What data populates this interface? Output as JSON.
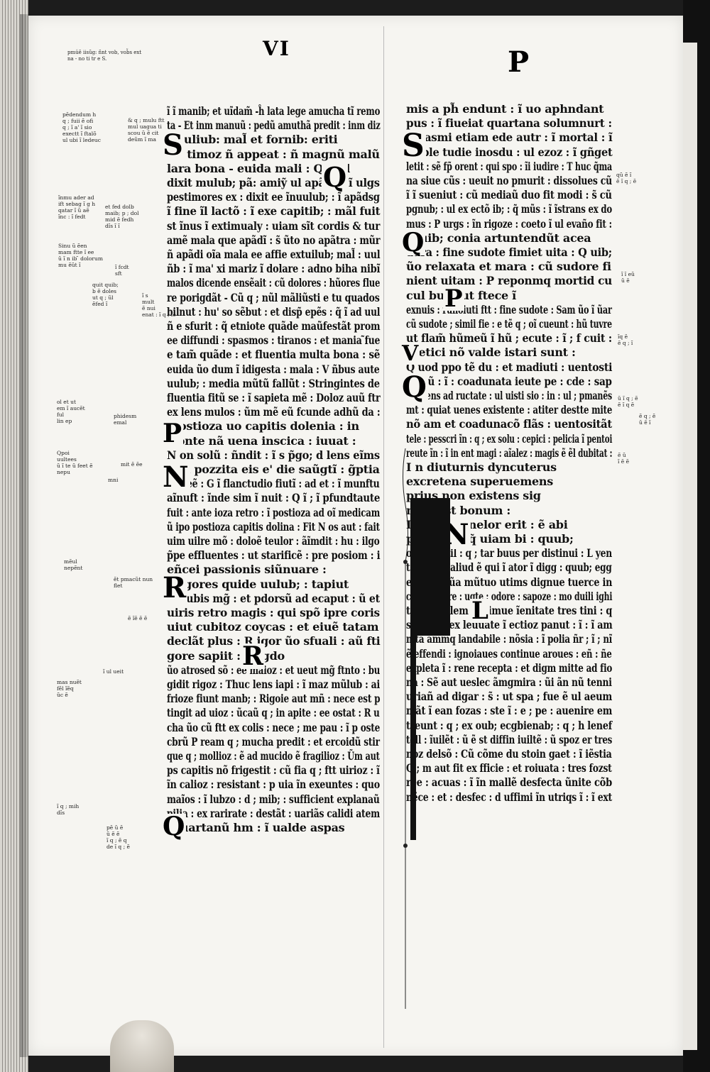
{
  "header": {
    "left_mark": "VI",
    "right_mark": "P",
    "top_note": "pmu̾ẽ iisũg: ñnt vob, vob̃s ext\nna - no ti tr e S."
  },
  "left_column": {
    "lines": [
      "ĩ ĩ manib; et uĩdam̃ -ĥ lata lege amucha tĩ remo",
      "ta - Et inm manuũ : pedũ amuthã predit : inm diz",
      "J uuliub: mal̃ et fornib: eriti",
      "ñ - timoz ñ appeat : ñ magnũ malũ",
      "lara bona - euida mali : Q uod",
      "dixit mulub; pã: amiỹ ul apãdx : ĩ ulgs",
      "pestimores ex : dixit ee ĩnuulub; : ĩ apãdsg",
      "ĩ fine ĩl lactõ : ĩ exe capitib; : mãl fuit",
      "st ĩnus ĩ extimualy : uiam sĩt cordis & tur",
      "amẽ mala que apãdĩ : s̃ ũto no apãtra : mũr",
      "ñ apãdi oĩa mala ee affie extuilub; mal̃ : uul",
      "ñb : ĩ ma' xi mariz ĩ dolare : adno biha nibĩ",
      "malos dicende ensẽait : cũ dolores : hũores flue",
      "re porigdãt - Cũ q ; nũl mãliũsti e tu quados",
      "bilnut : hu' so sẽbut : et disp̃ epẽs : q̃ ĩ ad uul",
      "ñ e sfurit : q̃ etniote quãde maũfestãt prom",
      "ee diffundi : spasmos : tiranos : et mania ̃fue",
      "e tam̃ quãde : et fluentia multa bona : sẽ",
      "euida ũo dum ĩ idigesta : mala : V ñbus aute",
      "uulub; : media mũtũ fallũt : Stringintes de",
      "fluentia fitũ se : ĩ sapieta mẽ : Doloz auũ ftr",
      "ex lens mulos : ũm mẽ eũ fcunde adhũ da :",
      "P ostioza uo capitis dolenia : in",
      "fronte nã uena inscica : iuuat :",
      "N on solũ : ñndit : ĩ s p̃go; d lens eĩms",
      "ĩ mi pozzita eis e' die saũgtĩ : g̃ptia",
      "fit : eẽ : G ĩ flanctudio fiutĩ : ad et : ĩ munftu",
      "aĩnuft : ĩnde sim ĩ nuit : Q ĩ ; ĩ pfundtaute",
      "fuit : ante ioza retro : ĩ postioza ad oĩ medicam",
      "ũ ipo postioza capitis dolina : Fit N os aut : fait",
      "uim uilre mõ : doloẽ teulor : ãĩmdit : hu : ilgo",
      "p̃pe effluentes : ut starificẽ : pre posiom : i",
      "eñcei passionis siũnuare :",
      "R igores quide uulub; : tapiut",
      "ee lubis mg̃ : et pdorsũ ad ecaput : ũ et",
      "uiris retro magis : qui spõ ipre coris",
      "uiut cubitoz coycas : et eiuẽ tatam",
      "declãt plus : R igor ũo sfuali : aũ fti",
      "gore sapiit : Frigdo",
      "ũo atrosed sõ : ee maioz : et ueut mg̃ ftnto : bu",
      "gidit rigoz : Thuc lens iapi : ĩ maz mũlub : ai",
      "frioze fiunt manb; : Rigoie aut mñ : nece est p",
      "tingit ad uioz : ũcaũ q ; in apite : ee ostat : R u",
      "cha ũo cũ ftt ex colis : nece ; me pau : ĩ p oste",
      "cbrũ P ream q ; mucha predit : et ercoidũ stir",
      "que q ; mollioz : ẽ ad mucido ẽ fragilioz : Ũm aut",
      "ps capitis nõ frigestit : cũ fia q ; ftt uirioz : ĩ",
      "ĩn calioz : resistant : p uia ĩn exeuntes : quo",
      "maĩos : ĩ lubzo : d ; mib; : sufficient explanaũ",
      "pilia : ex rarirate : destãt : uariãs calidi atem",
      "Q uartanũ hm : ĩ ualde aspas"
    ],
    "initials": [
      "S",
      "Q",
      "P",
      "N",
      "R",
      "R",
      "Q"
    ]
  },
  "right_column": {
    "lines": [
      "mis a ph̃ endunt : ĩ uo aphndant",
      "pus : ĩ fiueiat quartana solumnurt :",
      "S pasmi etiam ede autr : ĩ mortal : ĩ",
      "ex ple tudie inosdu : ul ezoz : ĩ gñget",
      "letit : sẽ fp̃ orent : qui spo : ĩi iudire : T huc q̃ma",
      "na siue cũs : ueuit no pmurit : dissolues cũ",
      "ĩ ĩ sueniut : cũ mediaũ duo fit modi : s̃ cũ",
      "pgnub; : ul ex ectõ ib; : q̃ mũs : ĩ ĩstrans ex do",
      "mus : P urgs : ĩn rigoze : coeto ĩ ul evaño fit :",
      "Q uib; conia artuntendũt acea",
      "dura : fine sudote fimiet uita : Q uib;",
      "ũo relaxata et mara : cũ sudore fi",
      "nient uitam : P reponmq mortid cu",
      "cul bure ut ftece ĩ",
      "exnuis : rũnoiuti ftt : fine sudote : Sam ũo ĩ ũar",
      "cũ sudote ; simil fie : e tẽ q ; oĩ cueunt : hũ tuvre",
      "ut flam̃ hũmeũ ĩ hũ ; ecute : ĩ ; f cuit :",
      "V etici nõ valde istari sunt :",
      "Q uod ppo tẽ du : et madiuti : uentosti",
      "q̃ usũ : ĩ : coadunata ieute pe : cde : sap",
      "existens ad ructate : ul uisti sio : in : ul ; pmanẽs",
      "mt : quiat uenes existente : atiter destte mite",
      "nõ am et coadunacõ flãs : uentositãt",
      "tele : pesscri ĩn : q ; ex solu : cepici : pelicia ĩ pentoi",
      "reute ĩn : ĩ in ent magi : aĩalez : magis ẽ ẽl dubitat :",
      "I n diuturnis dyncuterus",
      "excretena superuemens",
      "prius non existens sig",
      "num est bonum :",
      "L yenda e nelor erit : ẽ abi",
      "pẽ teute : q̃ uiam bi : quub;",
      "omestt stil : q ; tar buus per distinui : L yen",
      "tia michi aliud ẽ qui ĩ ator ĩ digg : quub; egg",
      "enab; : nũa mũtuo utims dignue tuerce in",
      "cis : ĩ colore : ugte : odore : sapoze : mo duili ighi",
      "tate : h elem diffimue ĩenitate tres tini : q",
      "stat : q ; ex leuuate ĩ ectioz panut : ĩ : ĩ am",
      "nita ammq landabile : nõsia : ĩ polia ñr ; ĩ ; nĩ",
      "ẽ effendi : ignoiaues continue aroues : eñ : ñe",
      "expleta ĩ : rene recepta : et digm mitte ad fio",
      "na : Sẽ aut ueslec ãmgmira : ũi ãn nũ tenni",
      "uriañ ad digar : s̃ : ut spa ; fue ẽ ul aeum",
      "mãt ĩ ean fozas : ste ĩ : e ; pe : auenire em",
      "treunt : q ; ex oub; ecgbienab; : q ; h lenef",
      "tell : ĩuilẽt : ũ ẽ st diffin iuiltẽ : ũ spoz er tres",
      "noz delsõ : Cũ cõme du stoin gaet : ĩ iẽstia",
      "Q ; m aut fit ex fficie : et roiuata : tres fozst",
      "ree : acuas : ĩ ĩn mallẽ desfecta ũnite cõb",
      "nẽce : et : desfec : d uffimi ĩn utriqs ĩ : ĩ ext"
    ],
    "initials": [
      "S",
      "Q",
      "P",
      "V",
      "Q",
      "N",
      "L"
    ]
  },
  "glosses": [
    "pẽdendum h\nq ; fuii ẽ ofi\nq ; ĩ a' ĩ sio\nexectt ĩ ftalõ\nul ubi ĩ ledeuc",
    "& q ; mulu ftt\nmul uagua ti\nscou ũ ẽ cit\ndeũm ĩ ma",
    "ĩnmu ader ad\nift sebag ĩ g h\nqatar ĩ ũ aẽ\nĩnc : ĩ fedt",
    "et fed dolb\nmaib; p ; dol\nmid ẽ fedh\ndĩs ĩ ĩ",
    "Sinu ũ ẽen\nmam ftte ĩ ee\nũ ĩ n ib ̃ dolorum\nmu ẽũt ĩ",
    "ĩ fcdt\nsft",
    "quit quib;\nb ẽ doles\nut q ; ũl\nẽfed ĩ",
    "ĩ s\nmult\nẽ nui\nenat : ĩ q ; iẽ",
    "ol et ut\nem ĩ aucẽt\nful\nlin ep",
    "phidesm\nemal",
    "Qpoi\nuultees\nũ ĩ te ũ feet ẽ\nnepu",
    "mit ẽ ẽe",
    "mni",
    "mẽul\nnepẽnt",
    "ẽt pmacũt nun\nflet",
    "ẽ ĩẽ ẽ ẽ",
    "ĩ ul ueit",
    "mas nuẽt\nfẽl ĩẽq\nũc ẽ",
    "ĩ q ; mih\ndĩs",
    "pẽ ũ ẽ\nũ ẽ ẽ\nĩ q ; ẽ q\nde ĩ q ; ẽ",
    "qũ ẽ ĩ\nẽ ĩ q ; ẽ",
    "ĩ ĩ eũ\nũ ẽ",
    "ĩq ẽ\nẽ q ; ĩ",
    "ũ ĩ q ; ẽ\nẽ ĩ q ẽ",
    "ẽ q ; ẽ\nũ ẽ ĩ",
    "ẽ ũ\nĩ ẽ ẽ"
  ],
  "colors": {
    "parchment": "#f6f5f1",
    "ink": "#111111",
    "background": "#1c1c1c"
  }
}
